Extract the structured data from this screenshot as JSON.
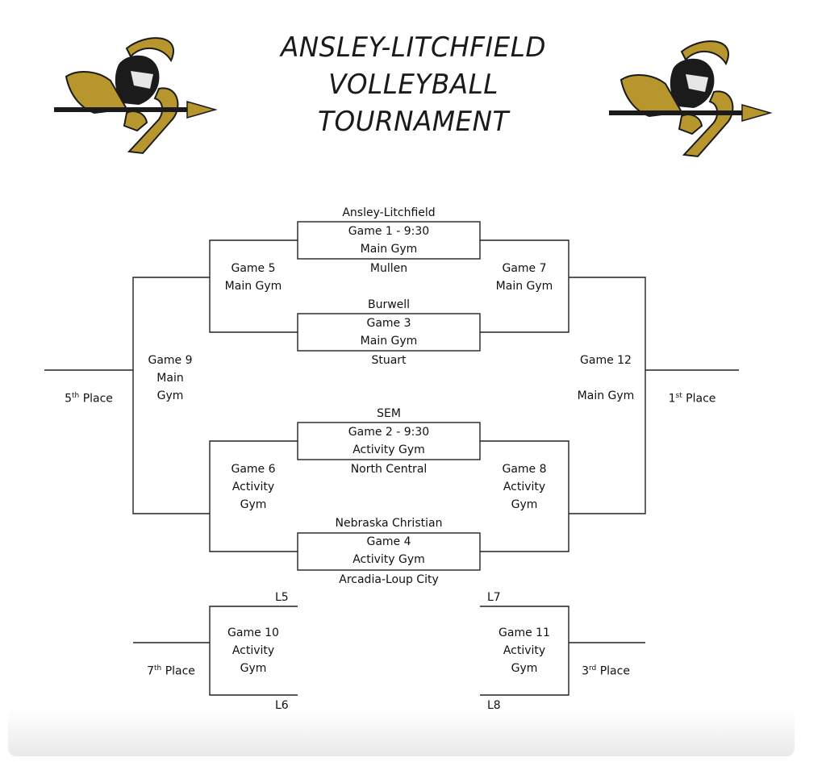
{
  "header": {
    "title_lines": [
      "ANSLEY-LITCHFIELD",
      "VOLLEYBALL",
      "TOURNAMENT"
    ],
    "logo_left": "trojan-mascot-logo",
    "logo_right": "trojan-mascot-logo"
  },
  "colors": {
    "gold": "#b8962e",
    "dark": "#1b1b1b",
    "line": "#222222"
  },
  "teams": {
    "t1": "Ansley-Litchfield",
    "t2": "Mullen",
    "t3": "Burwell",
    "t4": "Stuart",
    "t5": "SEM",
    "t6": "North Central",
    "t7": "Nebraska Christian",
    "t8": "Arcadia-Loup City"
  },
  "games": {
    "g1": [
      "Game 1 - 9:30",
      "Main Gym"
    ],
    "g3": [
      "Game 3",
      "Main Gym"
    ],
    "g2": [
      "Game 2 - 9:30",
      "Activity Gym"
    ],
    "g4": [
      "Game 4",
      "Activity Gym"
    ],
    "g5": [
      "Game 5",
      "Main Gym"
    ],
    "g7": [
      "Game 7",
      "Main Gym"
    ],
    "g6": [
      "Game 6",
      "Activity",
      "Gym"
    ],
    "g8": [
      "Game 8",
      "Activity",
      "Gym"
    ],
    "g9": [
      "Game 9",
      "Main",
      "Gym"
    ],
    "g12_title": "Game 12",
    "g12_gym": "Main Gym",
    "g10": [
      "Game 10",
      "Activity",
      "Gym"
    ],
    "g11": [
      "Game 11",
      "Activity",
      "Gym"
    ]
  },
  "places": {
    "fifth": {
      "num": "5",
      "sup": "th",
      "word": " Place"
    },
    "first": {
      "num": "1",
      "sup": "st",
      "word": " Place"
    },
    "seventh": {
      "num": "7",
      "sup": "th",
      "word": " Place"
    },
    "third": {
      "num": "3",
      "sup": "rd",
      "word": " Place"
    }
  },
  "losers": {
    "l5": "L5",
    "l6": "L6",
    "l7": "L7",
    "l8": "L8"
  }
}
